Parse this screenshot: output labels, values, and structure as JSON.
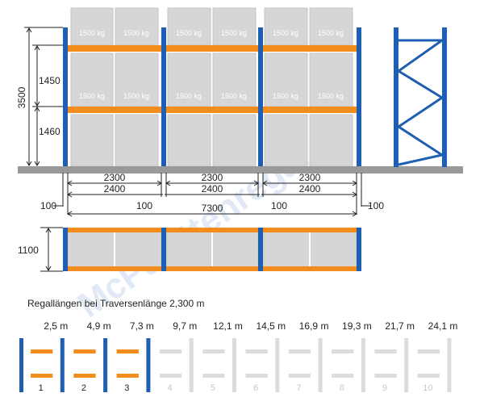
{
  "watermark": "McPalettenregal.de",
  "elevation": {
    "height_total": "3500",
    "level_heights": [
      "1450",
      "1460"
    ],
    "pallet_loads": [
      [
        "1500 kg",
        "1500 kg",
        "1500 kg",
        "1500 kg",
        "1500 kg",
        "1500 kg"
      ],
      [
        "1500 kg",
        "1500 kg",
        "1500 kg",
        "1500 kg",
        "1500 kg",
        "1500 kg"
      ]
    ]
  },
  "dimensions": {
    "beam_lengths": [
      "2300",
      "2300",
      "2300"
    ],
    "bay_lengths": [
      "2400",
      "2400",
      "2400"
    ],
    "gap_left": "100",
    "gap_mid": [
      "100",
      "100"
    ],
    "gap_right": "100",
    "total_length": "7300",
    "depth": "1100"
  },
  "lengths_section": {
    "title": "Regallängen bei Traversenlänge 2,300 m",
    "lengths": [
      "2,5 m",
      "4,9 m",
      "7,3 m",
      "9,7 m",
      "12,1 m",
      "14,5 m",
      "16,9 m",
      "19,3 m",
      "21,7 m",
      "24,1 m"
    ],
    "bay_numbers": [
      "1",
      "2",
      "3",
      "4",
      "5",
      "6",
      "7",
      "8",
      "9",
      "10"
    ],
    "active_bays": 3
  },
  "colors": {
    "upright_blue": "#1f5fb2",
    "beam_orange": "#f28c1c",
    "pallet_grey": "#d6d6d6",
    "floor_grey": "#999999",
    "inactive_grey": "#dcdcdc"
  }
}
